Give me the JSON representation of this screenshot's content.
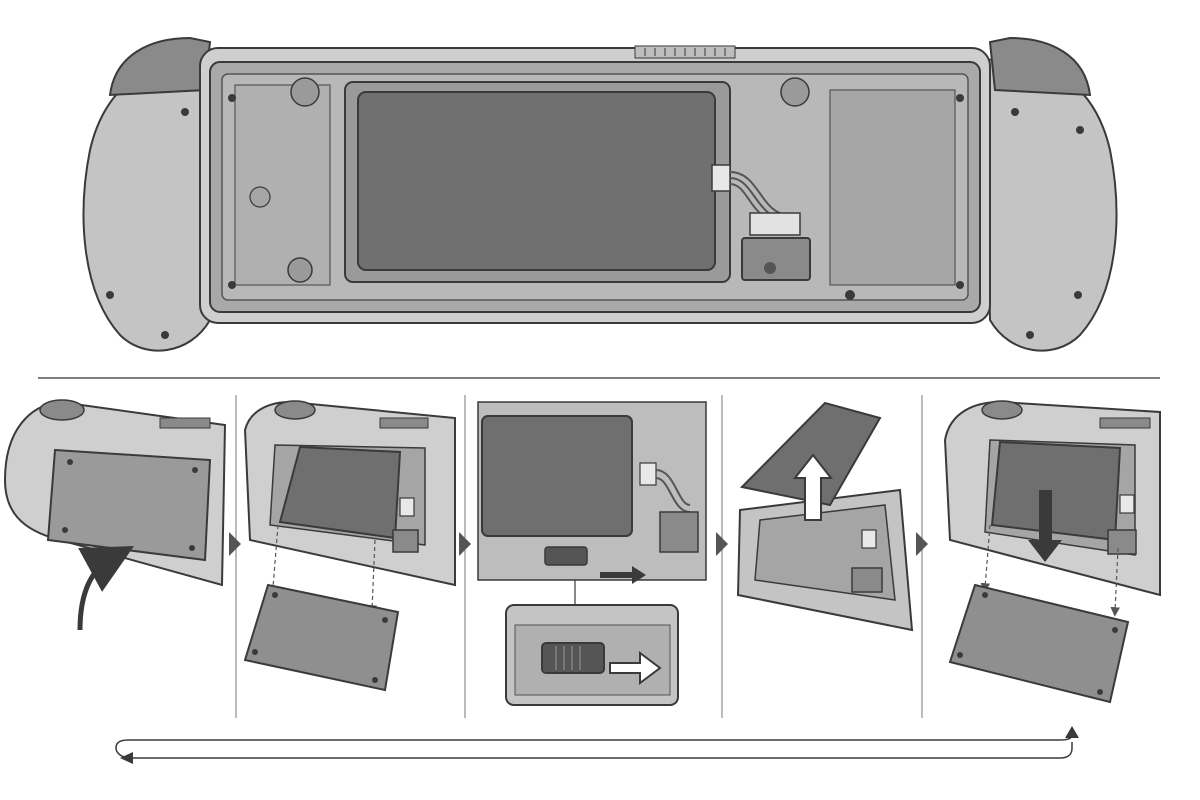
{
  "diagram": {
    "kind": "battery-replacement-instructions",
    "views": [
      {
        "id": "overview",
        "content": "handheld-console-rear-interior"
      },
      {
        "id": "step-1",
        "content": "pry-open-back-cover"
      },
      {
        "id": "step-2",
        "content": "remove-back-cover-screws"
      },
      {
        "id": "step-3",
        "content": "slide-connector-latch"
      },
      {
        "id": "step-4",
        "content": "lift-out-battery"
      },
      {
        "id": "step-5",
        "content": "install-battery-and-cover"
      }
    ],
    "icons": [
      "pry-arrow-icon",
      "step-chevron-icon",
      "slide-arrow-icon",
      "lift-arrow-icon",
      "insert-arrow-icon",
      "loop-arrow-icon"
    ]
  },
  "colors": {
    "shell": "#bdbdbd",
    "shell_light": "#d6d6d6",
    "frame": "#9e9e9e",
    "battery": "#6f6f6f",
    "outline": "#3a3a3a",
    "chevron": "#555555",
    "background": "#ffffff"
  }
}
